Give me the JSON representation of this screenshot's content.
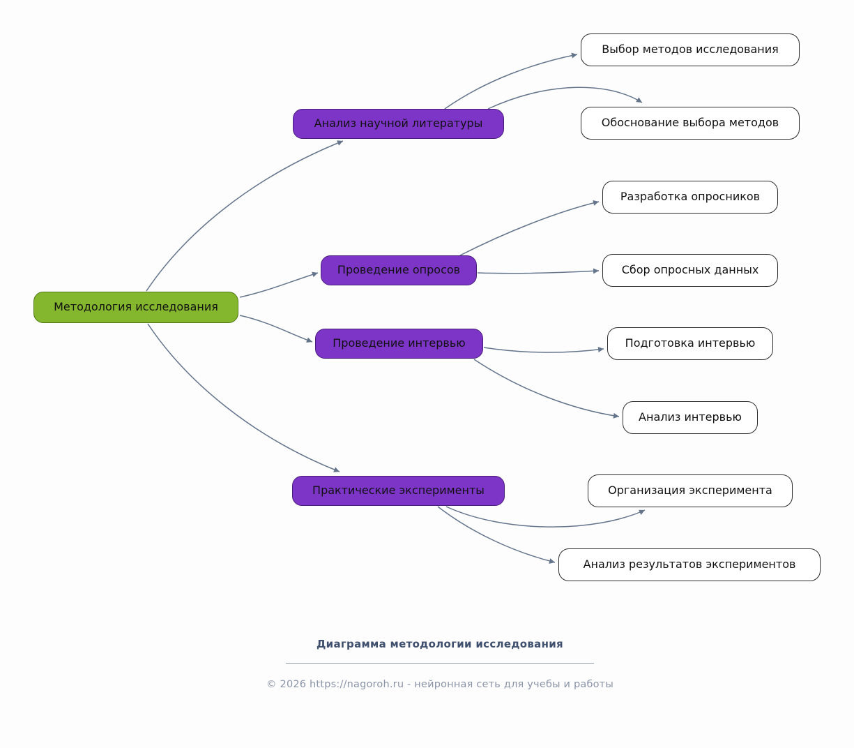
{
  "diagram": {
    "root": {
      "label": "Методология исследования"
    },
    "branches": [
      {
        "label": "Анализ научной литературы",
        "children": [
          {
            "label": "Выбор методов исследования"
          },
          {
            "label": "Обоснование выбора методов"
          }
        ]
      },
      {
        "label": "Проведение опросов",
        "children": [
          {
            "label": "Разработка опросников"
          },
          {
            "label": "Сбор опросных данных"
          }
        ]
      },
      {
        "label": "Проведение интервью",
        "children": [
          {
            "label": "Подготовка интервью"
          },
          {
            "label": "Анализ интервью"
          }
        ]
      },
      {
        "label": "Практические эксперименты",
        "children": [
          {
            "label": "Организация эксперимента"
          },
          {
            "label": "Анализ результатов экспериментов"
          }
        ]
      }
    ],
    "colors": {
      "root_fill": "#85b72e",
      "root_border": "#4f7716",
      "branch_fill": "#7d35c8",
      "branch_border": "#4a1d7a",
      "leaf_fill": "#ffffff",
      "leaf_border": "#2b2b2b",
      "edge": "#64748b",
      "node_text": "#111111"
    }
  },
  "footer": {
    "title": "Диаграмма методологии исследования",
    "copyright": "© 2026 https://nagoroh.ru - нейронная сеть для учебы и работы"
  }
}
